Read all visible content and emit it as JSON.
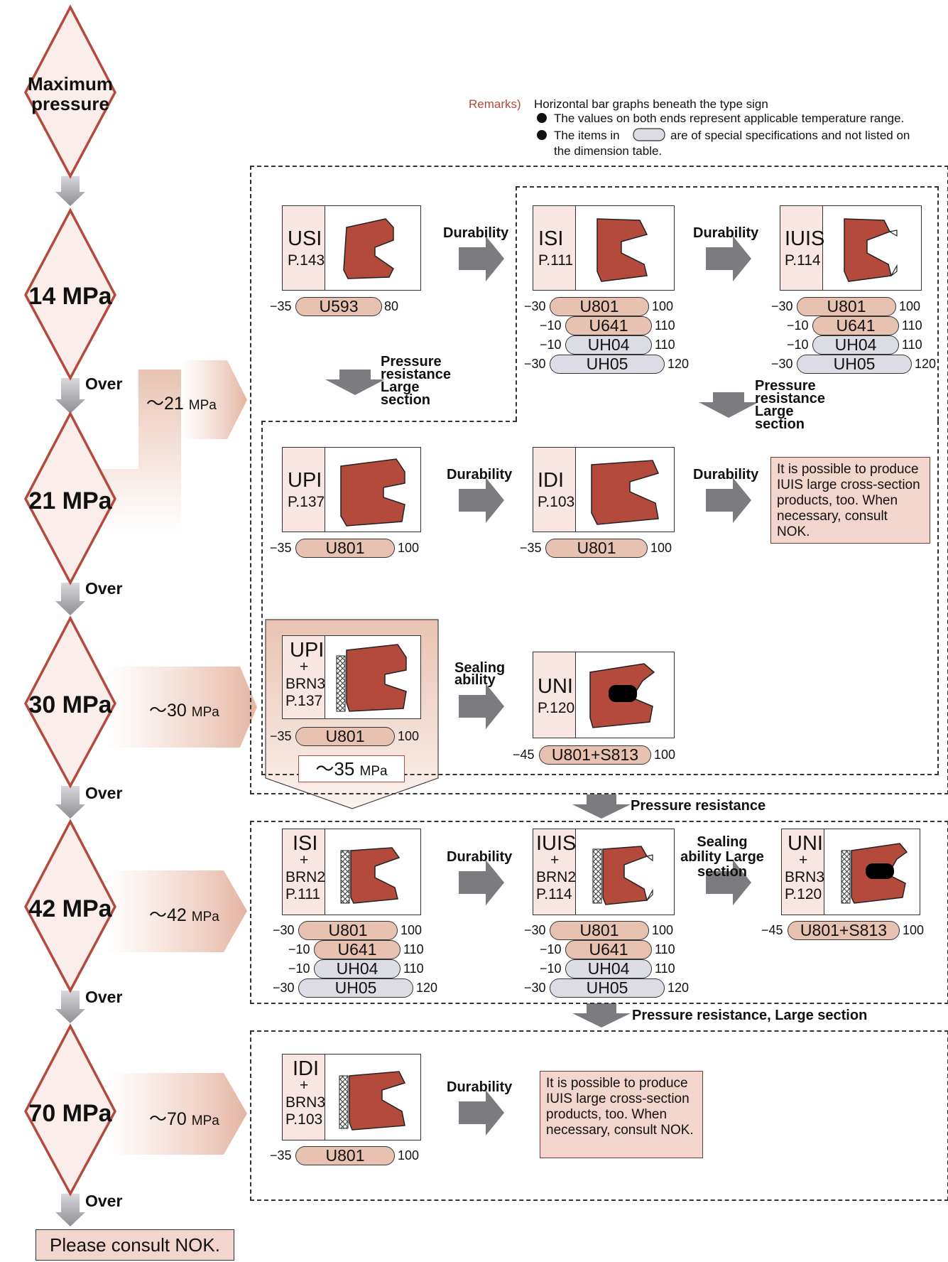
{
  "remarks": {
    "tag": "Remarks)",
    "line1": "Horizontal bar graphs beneath the type sign",
    "line2": "The values on both ends represent applicable temperature range.",
    "line3a": "The items in",
    "line3b": "are of special specifications and not listed on",
    "line4": "the dimension table."
  },
  "levels": {
    "max": "Maximum pressure",
    "l14": "14 MPa",
    "l21": "21 MPa",
    "l30": "30 MPa",
    "l42": "42 MPa",
    "l70": "70 MPa"
  },
  "over": "Over",
  "ranges": {
    "r21": "～21",
    "r30": "～30",
    "r42": "～42",
    "r70": "～70",
    "r35": "～35",
    "unit": "MPa"
  },
  "consult": "Please consult NOK.",
  "labels": {
    "durability": "Durability",
    "pressure_large": "Pressure resistance Large section",
    "sealing": "Sealing ability",
    "pressure": "Pressure resistance",
    "sealing_large": "Sealing ability Large section",
    "pressure_large2": "Pressure resistance, Large section"
  },
  "note_text": "It is possible to produce IUIS large cross-section products, too.  When necessary, consult NOK.",
  "plus": "+",
  "cards": {
    "usi": {
      "code": "USI",
      "page": "P.143"
    },
    "isi": {
      "code": "ISI",
      "page": "P.111"
    },
    "iuis": {
      "code": "IUIS",
      "page": "P.114"
    },
    "upi": {
      "code": "UPI",
      "page": "P.137"
    },
    "idi": {
      "code": "IDI",
      "page": "P.103"
    },
    "upi_brn": {
      "code": "UPI",
      "brn": "BRN3",
      "page": "P.137"
    },
    "uni": {
      "code": "UNI",
      "page": "P.120"
    },
    "isi_brn": {
      "code": "ISI",
      "brn": "BRN2",
      "page": "P.111"
    },
    "iuis_brn": {
      "code": "IUIS",
      "brn": "BRN2",
      "page": "P.114"
    },
    "uni_brn": {
      "code": "UNI",
      "brn": "BRN3",
      "page": "P.120"
    },
    "idi_brn": {
      "code": "IDI",
      "brn": "BRN3",
      "page": "P.103"
    }
  },
  "materials": {
    "u593": "U593",
    "u801": "U801",
    "u641": "U641",
    "uh04": "UH04",
    "uh05": "UH05",
    "u801s": "U801+S813"
  },
  "temps": {
    "m45": "−45",
    "m35": "−35",
    "m30": "−30",
    "m10": "−10",
    "t80": "80",
    "t100": "100",
    "t110": "110",
    "t120": "120"
  },
  "colors": {
    "seal": "#b34a3c",
    "diamond_border": "#b34a3c",
    "diamond_fill": "#f7e6e1",
    "arrow": "#848489",
    "pill_material": "#e8c2b0",
    "pill_special": "#dcdde4"
  }
}
